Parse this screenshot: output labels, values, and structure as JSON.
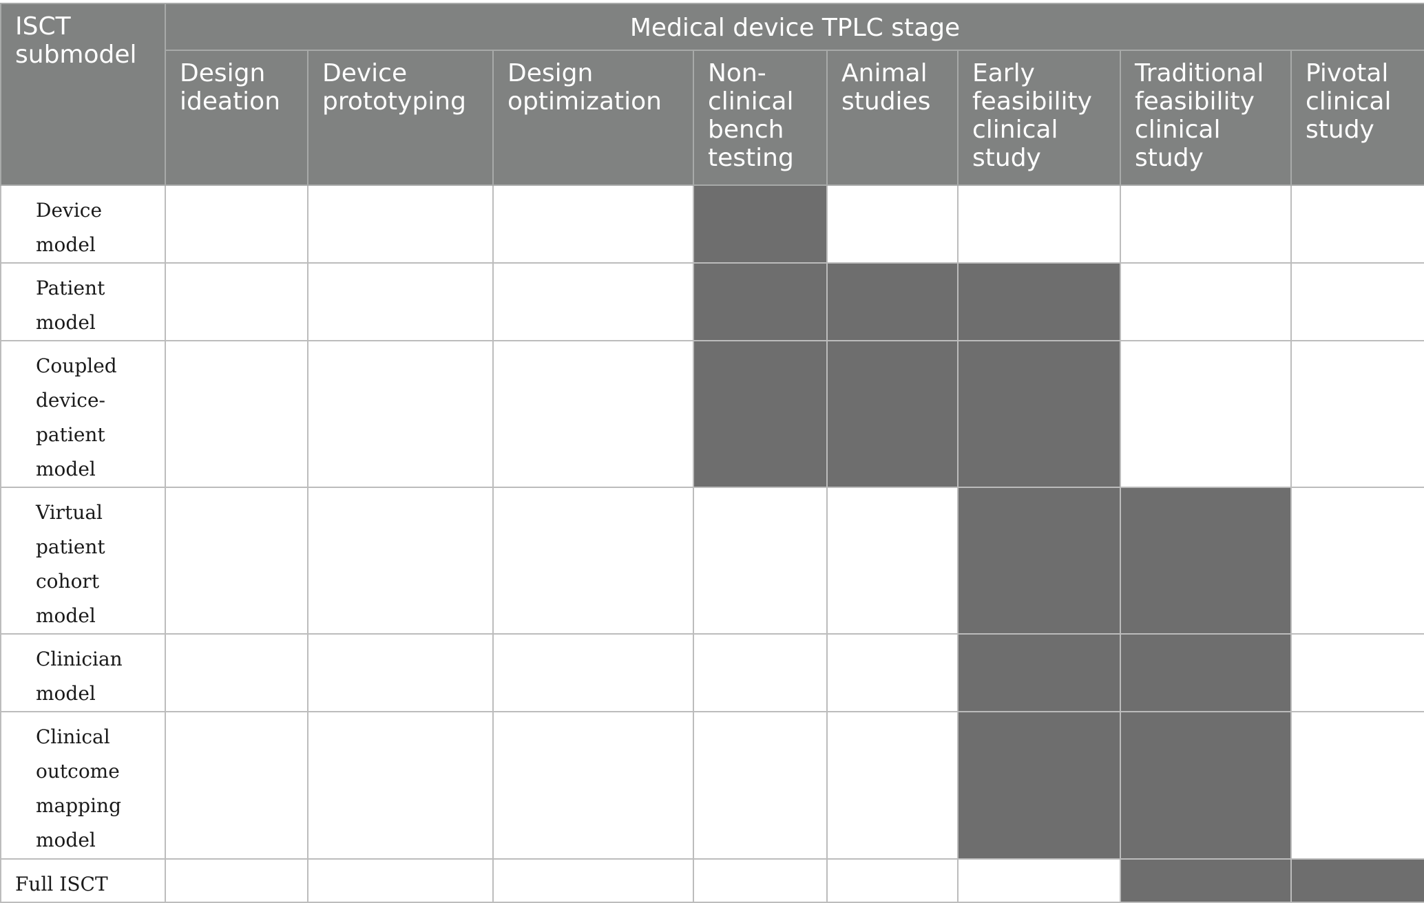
{
  "table": {
    "corner_header": "ISCT submodel",
    "group_header": "Medical device TPLC stage",
    "columns": [
      "Design ideation",
      "Device prototyping",
      "Design optimization",
      "Non-clinical bench testing",
      "Animal studies",
      "Early feasibility clinical study",
      "Traditional feasibility clinical study",
      "Pivotal clinical study"
    ],
    "rows": [
      {
        "label": "Device model",
        "cells": [
          0,
          0,
          0,
          1,
          0,
          0,
          0,
          0
        ]
      },
      {
        "label": "Patient model",
        "cells": [
          0,
          0,
          0,
          1,
          1,
          1,
          0,
          0
        ]
      },
      {
        "label": "Coupled device-patient model",
        "cells": [
          0,
          0,
          0,
          1,
          1,
          1,
          0,
          0
        ]
      },
      {
        "label": "Virtual patient cohort model",
        "cells": [
          0,
          0,
          0,
          0,
          0,
          1,
          1,
          0
        ]
      },
      {
        "label": "Clinician model",
        "cells": [
          0,
          0,
          0,
          0,
          0,
          1,
          1,
          0
        ]
      },
      {
        "label": "Clinical outcome mapping model",
        "cells": [
          0,
          0,
          0,
          0,
          0,
          1,
          1,
          0
        ]
      },
      {
        "label": "Full ISCT",
        "cells": [
          0,
          0,
          0,
          0,
          0,
          0,
          1,
          1
        ]
      }
    ],
    "colors": {
      "header_bg": "#808281",
      "filled_cell": "#6e6e6e",
      "empty_cell": "#ffffff"
    }
  }
}
